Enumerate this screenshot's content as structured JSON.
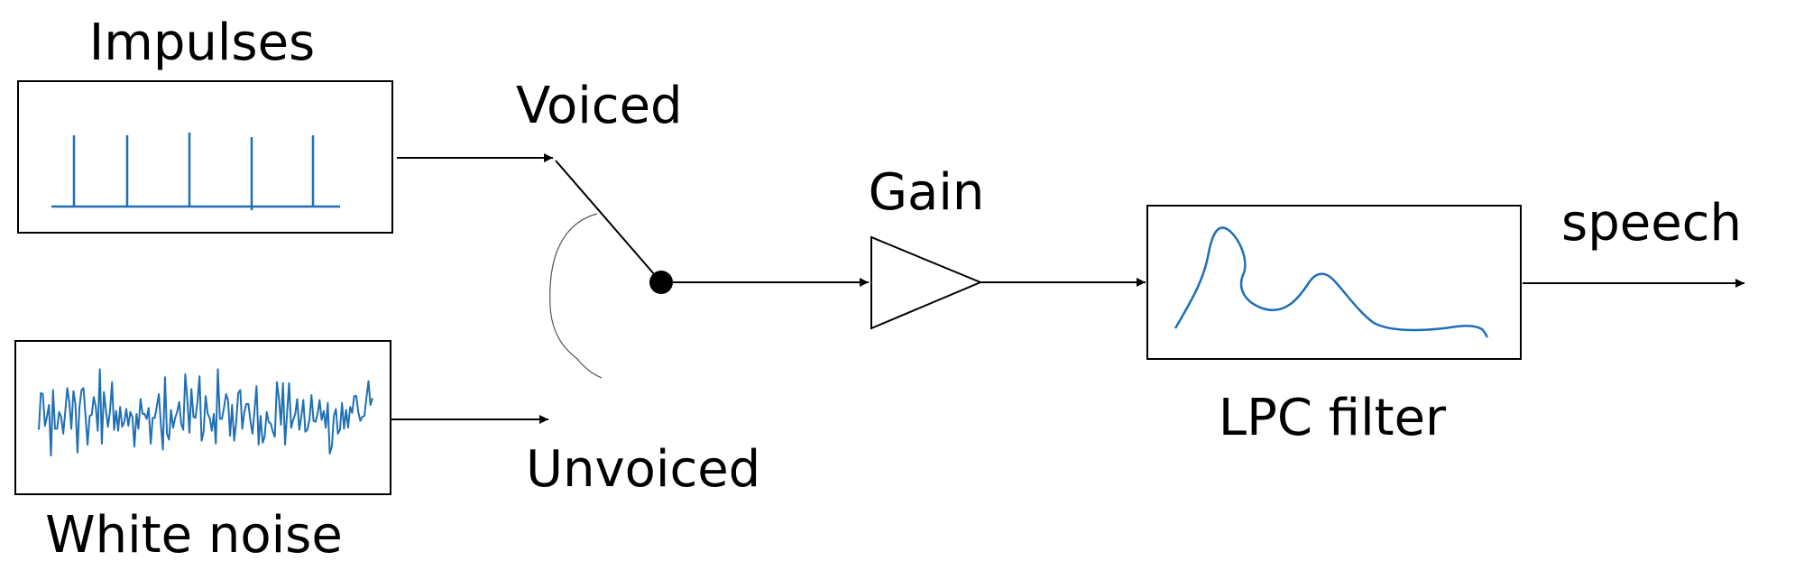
{
  "labels": {
    "impulses": "Impulses",
    "white_noise": "White noise",
    "voiced": "Voiced",
    "unvoiced": "Unvoiced",
    "gain": "Gain",
    "lpc_filter": "LPC filter",
    "speech": "speech"
  },
  "colors": {
    "line": "#000000",
    "signal": "#1f6fb5",
    "switch_arc": "#555555"
  },
  "noise_signal": [
    0.35,
    0.72,
    0.71,
    0.39,
    0.48,
    0.6,
    0.09,
    0.75,
    0.36,
    0.36,
    0.53,
    0.48,
    0.31,
    0.53,
    0.77,
    0.63,
    0.36,
    0.74,
    0.61,
    0.12,
    0.58,
    0.75,
    0.77,
    0.48,
    0.2,
    0.49,
    0.5,
    0.68,
    0.58,
    0.34,
    0.96,
    0.21,
    0.73,
    0.54,
    0.38,
    0.54,
    0.83,
    0.35,
    0.54,
    0.34,
    0.58,
    0.38,
    0.43,
    0.56,
    0.39,
    0.53,
    0.48,
    0.18,
    0.51,
    0.36,
    0.66,
    0.51,
    0.51,
    0.46,
    0.57,
    0.21,
    0.47,
    0.47,
    0.59,
    0.71,
    0.4,
    0.15,
    0.88,
    0.31,
    0.25,
    0.55,
    0.37,
    0.47,
    0.53,
    0.63,
    0.41,
    0.35,
    0.91,
    0.65,
    0.32,
    0.76,
    0.48,
    0.47,
    0.64,
    0.89,
    0.24,
    0.33,
    0.69,
    0.51,
    0.47,
    0.34,
    0.51,
    0.21,
    0.96,
    0.46,
    0.46,
    0.57,
    0.71,
    0.65,
    0.29,
    0.6,
    0.24,
    0.42,
    0.72,
    0.75,
    0.36,
    0.53,
    0.61,
    0.61,
    0.44,
    0.31,
    0.54,
    0.79,
    0.2,
    0.49,
    0.22,
    0.28,
    0.53,
    0.43,
    0.41,
    0.33,
    0.28,
    0.83,
    0.67,
    0.4,
    0.82,
    0.2,
    0.51,
    0.82,
    0.37,
    0.45,
    0.51,
    0.66,
    0.35,
    0.48,
    0.65,
    0.33,
    0.35,
    0.45,
    0.7,
    0.44,
    0.43,
    0.51,
    0.65,
    0.45,
    0.54,
    0.37,
    0.62,
    0.11,
    0.18,
    0.49,
    0.56,
    0.31,
    0.35,
    0.62,
    0.36,
    0.55,
    0.37,
    0.58,
    0.52,
    0.69,
    0.69,
    0.53,
    0.44,
    0.48,
    0.49,
    0.67,
    0.84,
    0.6,
    0.67
  ]
}
